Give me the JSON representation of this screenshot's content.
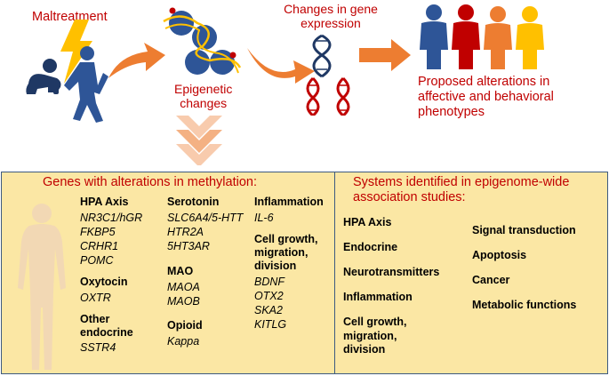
{
  "flow": {
    "maltreatment": "Maltreatment",
    "epigenetic": [
      "Epigenetic",
      "changes"
    ],
    "gene_expression": [
      "Changes in gene",
      "expression"
    ],
    "proposed": [
      "Proposed alterations in",
      "affective and behavioral",
      "phenotypes"
    ]
  },
  "methylation": {
    "title": "Genes with alterations in methylation:",
    "col1": {
      "hpa_heading": "HPA Axis",
      "hpa_genes": [
        "NR3C1/hGR",
        "FKBP5",
        "CRHR1",
        "POMC"
      ],
      "oxytocin_heading": "Oxytocin",
      "oxytocin_genes": [
        "OXTR"
      ],
      "other_heading": [
        "Other",
        "endocrine"
      ],
      "other_genes": [
        "SSTR4"
      ]
    },
    "col2": {
      "serotonin_heading": "Serotonin",
      "serotonin_genes": [
        "SLC6A4/5-HTT",
        "HTR2A",
        "5HT3AR"
      ],
      "mao_heading": "MAO",
      "mao_genes": [
        "MAOA",
        "MAOB"
      ],
      "opioid_heading": "Opioid",
      "opioid_genes": [
        "Kappa"
      ]
    },
    "col3": {
      "inflammation_heading": "Inflammation",
      "inflammation_genes": [
        "IL-6"
      ],
      "cell_heading": [
        "Cell growth,",
        "migration,",
        "division"
      ],
      "cell_genes": [
        "BDNF",
        "OTX2",
        "SKA2",
        "KITLG"
      ]
    }
  },
  "systems": {
    "title": [
      "Systems identified in epigenome-wide",
      "association studies:"
    ],
    "left": [
      "HPA Axis",
      "Endocrine",
      "Neurotransmitters",
      "Inflammation"
    ],
    "left_cell": [
      "Cell growth,",
      "migration,",
      "division"
    ],
    "right": [
      "Signal transduction",
      "Apoptosis",
      "Cancer",
      "Metabolic functions"
    ]
  },
  "colors": {
    "accent_red": "#c00000",
    "arrow_orange": "#ed7d31",
    "panel_fill": "#fbe7a4",
    "panel_border": "#3d5a80",
    "navy": "#1f3864",
    "person_blue": "#2e5597",
    "person_red": "#c00000",
    "person_orange": "#ed7d31",
    "person_yellow": "#ffc000"
  }
}
